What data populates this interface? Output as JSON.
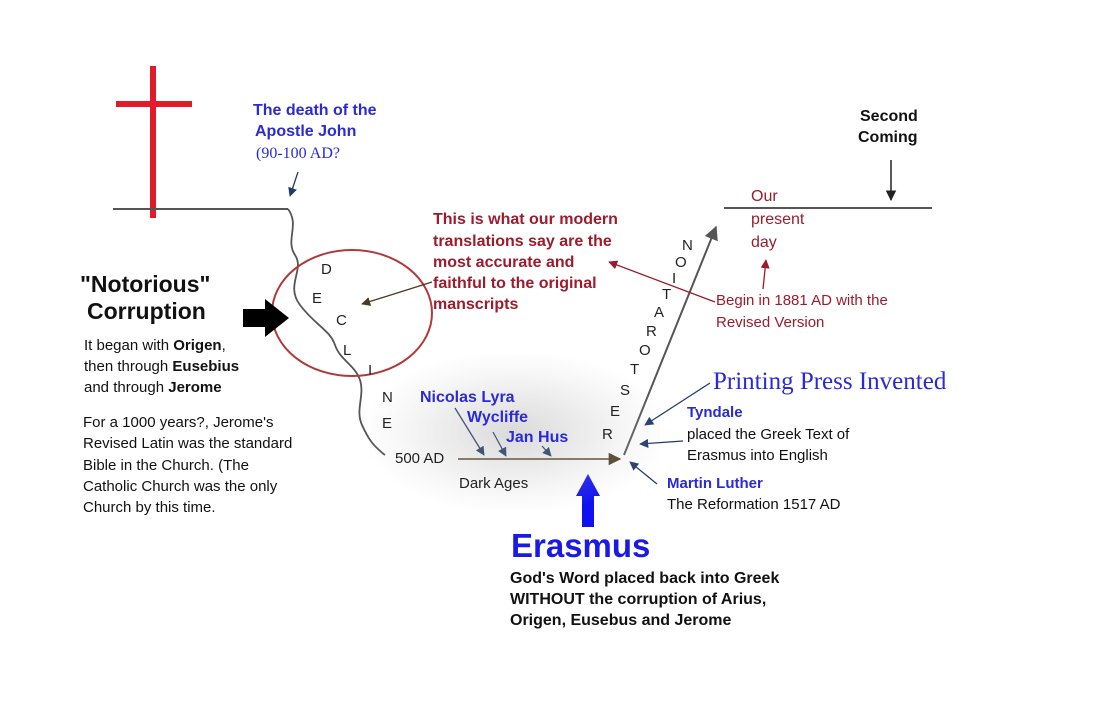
{
  "death_of_john": [
    "The death of the",
    "Apostle John",
    "(90-100 AD?"
  ],
  "second_coming": [
    "Second",
    "Coming"
  ],
  "our_present_day": [
    "Our",
    "present",
    "day"
  ],
  "modern_translations": [
    "This is what our modern",
    "translations say are the",
    "most accurate and",
    "faithful to the original",
    "manscripts"
  ],
  "notorious": [
    "\"Notorious\"",
    "Corruption"
  ],
  "origen_text": {
    "l1_a": "It began with ",
    "l1_b": "Origen",
    "l1_c": ",",
    "l2_a": "then through ",
    "l2_b": "Eusebius",
    "l3_a": "and through ",
    "l3_b": "Jerome"
  },
  "latin_text": [
    "For a 1000 years?, Jerome's",
    "Revised Latin was the standard",
    "Bible in the Church. (The",
    "Catholic Church was the only",
    "Church by this time."
  ],
  "decline_letters": [
    "D",
    "E",
    "C",
    "L",
    "I",
    "N",
    "E"
  ],
  "restoration_letters": [
    "R",
    "E",
    "S",
    "T",
    "O",
    "R",
    "A",
    "T",
    "I",
    "O",
    "N"
  ],
  "begin_1881": [
    "Begin in 1881 AD with the",
    "Revised Version"
  ],
  "printing_press": "Printing Press Invented",
  "tyndale": {
    "name": "Tyndale",
    "desc": [
      "placed the Greek Text of",
      "Erasmus into English"
    ]
  },
  "martin_luther": {
    "name": "Martin Luther",
    "desc": "The Reformation 1517 AD"
  },
  "nicolas_lyra": "Nicolas Lyra",
  "wycliffe": "Wycliffe",
  "jan_hus": "Jan Hus",
  "ad_500": "500 AD",
  "dark_ages": "Dark Ages",
  "erasmus": {
    "name": "Erasmus",
    "desc": [
      "God's Word placed back into Greek",
      "WITHOUT the corruption of Arius,",
      "Origen, Eusebus and Jerome"
    ]
  },
  "colors": {
    "cross": "#e21b2b",
    "blue": "#2a2ad6",
    "maroon": "#9c1c2c",
    "navy_arrow": "#1f3a6b",
    "erasmus_arrow": "#1010f0"
  }
}
